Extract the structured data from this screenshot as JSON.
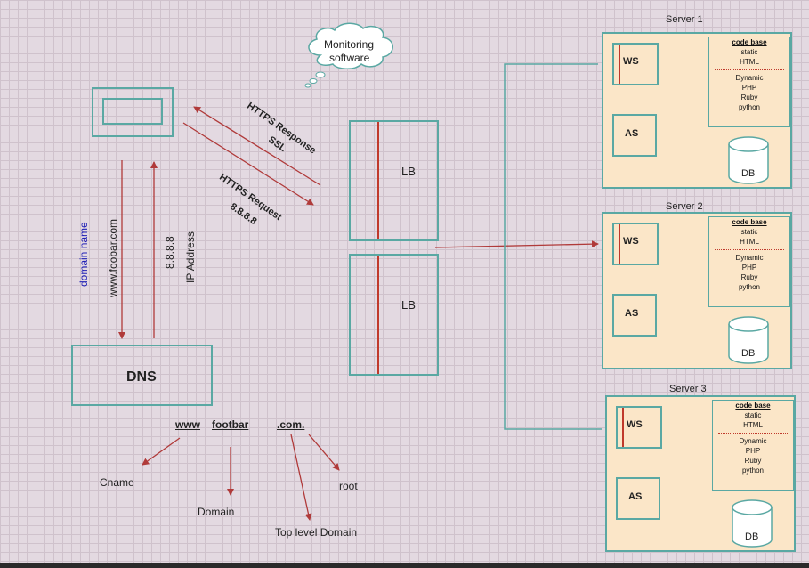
{
  "cloud": {
    "line1": "Monitoring",
    "line2": "software"
  },
  "client": {},
  "arrows": {
    "https_response": "HTTPS Response",
    "ssl": "SSL",
    "https_request": "HTTPS Request",
    "ip": "8.8.8.8"
  },
  "dns_side": {
    "domain_name": "domain name",
    "foobar": "www.foobar.com",
    "ip": "8.8.8.8",
    "ip_label": "IP Address"
  },
  "dns": {
    "label": "DNS"
  },
  "lb": [
    {
      "label": "LB"
    },
    {
      "label": "LB"
    }
  ],
  "domain_parts": {
    "www": "www",
    "footbar": "footbar",
    "com": ".com.",
    "cname": "Cname",
    "domain": "Domain",
    "tld": "Top level Domain",
    "root": "root"
  },
  "servers": [
    {
      "title": "Server 1",
      "ws": "WS",
      "as": "AS",
      "db": "DB",
      "code": {
        "title": "code base",
        "static": "static",
        "html": "HTML",
        "dynamic": "Dynamic",
        "php": "PHP",
        "ruby": "Ruby",
        "python": "python"
      }
    },
    {
      "title": "Server 2",
      "ws": "WS",
      "as": "AS",
      "db": "DB",
      "code": {
        "title": "code base",
        "static": "static",
        "html": "HTML",
        "dynamic": "Dynamic",
        "php": "PHP",
        "ruby": "Ruby",
        "python": "python"
      }
    },
    {
      "title": "Server 3",
      "ws": "WS",
      "as": "AS",
      "db": "DB",
      "code": {
        "title": "code base",
        "static": "static",
        "html": "HTML",
        "dynamic": "Dynamic",
        "php": "PHP",
        "ruby": "Ruby",
        "python": "python"
      }
    }
  ],
  "colors": {
    "arrow": "#b03a3a",
    "border": "#5aa8a3",
    "server_fill": "#fbe6c8"
  }
}
